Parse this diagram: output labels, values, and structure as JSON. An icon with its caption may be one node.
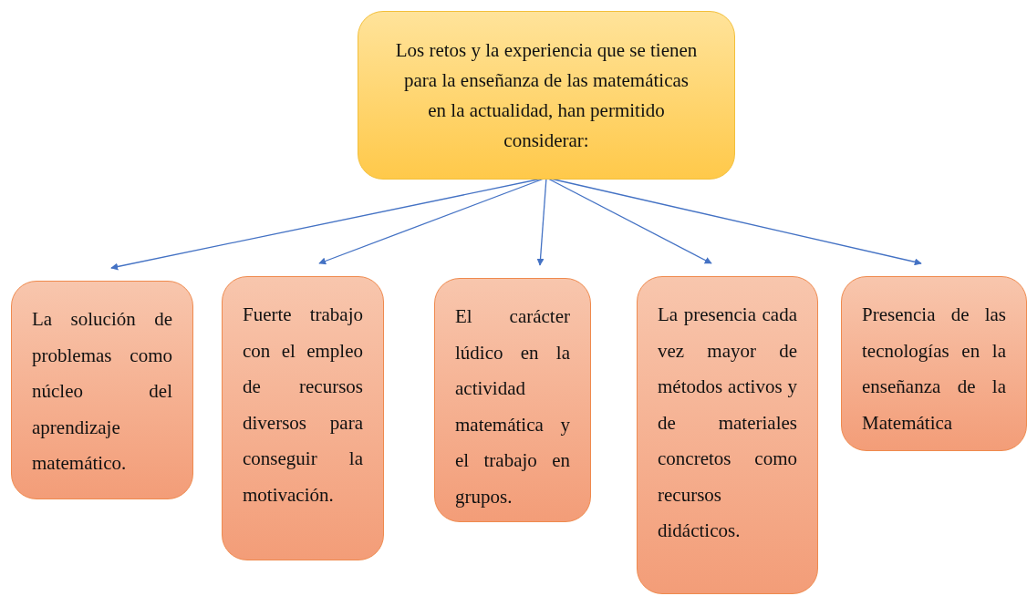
{
  "diagram": {
    "nodes": [
      {
        "text": [
          "Los retos y la experiencia que se tienen para la enseñanza de las matemáticas en la actualidad, han permitido considerar:"
        ]
      },
      {
        "text": [
          "La solución de problemas como núcleo del aprendizaje matemático."
        ]
      },
      {
        "text": [
          "Fuerte trabajo con el empleo de recursos diversos para conseguir la motivación."
        ]
      },
      {
        "text": [
          "El carácter lúdico en la actividad matemática y el trabajo en grupos."
        ]
      },
      {
        "text": [
          "La presencia cada vez mayor de métodos activos y de materiales concretos como recursos didácticos."
        ]
      },
      {
        "text": [
          "Presencia de las tecnologías en la enseñanza de la Matemática"
        ]
      }
    ],
    "edges": [
      {
        "from": 0,
        "to": 1,
        "arrow": "to"
      },
      {
        "from": 0,
        "to": 2,
        "arrow": "to"
      },
      {
        "from": 0,
        "to": 3,
        "arrow": "to"
      },
      {
        "from": 0,
        "to": 4,
        "arrow": "to"
      },
      {
        "from": 0,
        "to": 5,
        "arrow": "to"
      }
    ]
  }
}
